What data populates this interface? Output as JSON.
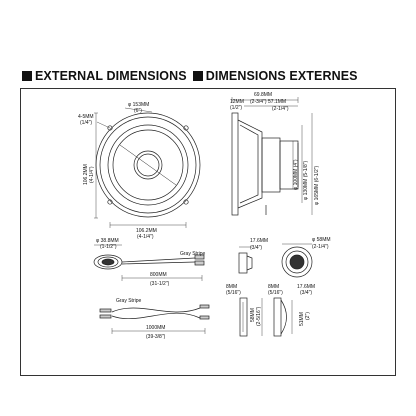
{
  "header": {
    "title_en": "EXTERNAL DIMENSIONS",
    "title_fr": "DIMENSIONS EXTERNES"
  },
  "labels": {
    "front_dia_mm": "φ 153MM",
    "front_dia_in": "(6\")",
    "hole_mm": "4-5MM",
    "hole_in": "(1/4\")",
    "height_mm": "106.2MM",
    "height_in": "(4-1/4\")",
    "width_mm": "106.2MM",
    "width_in": "(4-1/4\")",
    "side_top_mm": "69.8MM",
    "side_top_in": "(2-3/4\")",
    "side_12_mm": "12MM",
    "side_12_in": "(1/2\")",
    "side_57_mm": "57.1MM",
    "side_57_in": "(2-1/4\")",
    "dia_100_mm": "φ 100MM (4\")",
    "dia_130_mm": "φ 130MM (5-1/8\")",
    "dia_165_mm": "φ 165MM (6-1/2\")",
    "xover_dia_mm": "φ 38.8MM",
    "xover_dia_in": "(1-1/2\")",
    "gray_stripe_1": "Gray Stripe",
    "cable_800_mm": "800MM",
    "cable_800_in": "(31-1/2\")",
    "gray_stripe_2": "Gray Stripe",
    "cable_1000_mm": "1000MM",
    "cable_1000_in": "(39-3/8\")",
    "tw_depth_mm": "17.6MM",
    "tw_depth_in": "(3/4\")",
    "tw_dia_mm": "φ 58MM",
    "tw_dia_in": "(2-1/4\")",
    "tw_8_mm": "8MM",
    "tw_8_in": "(5/16\")",
    "tw_58_mm": "58MM",
    "tw_58_in": "(2-5/16\")",
    "tw_8b_mm": "8MM",
    "tw_8b_in": "(5/16\")",
    "tw_17_mm": "17.6MM",
    "tw_17_in": "(3/4\")",
    "tw_51_mm": "51MM",
    "tw_51_in": "(2\")"
  }
}
